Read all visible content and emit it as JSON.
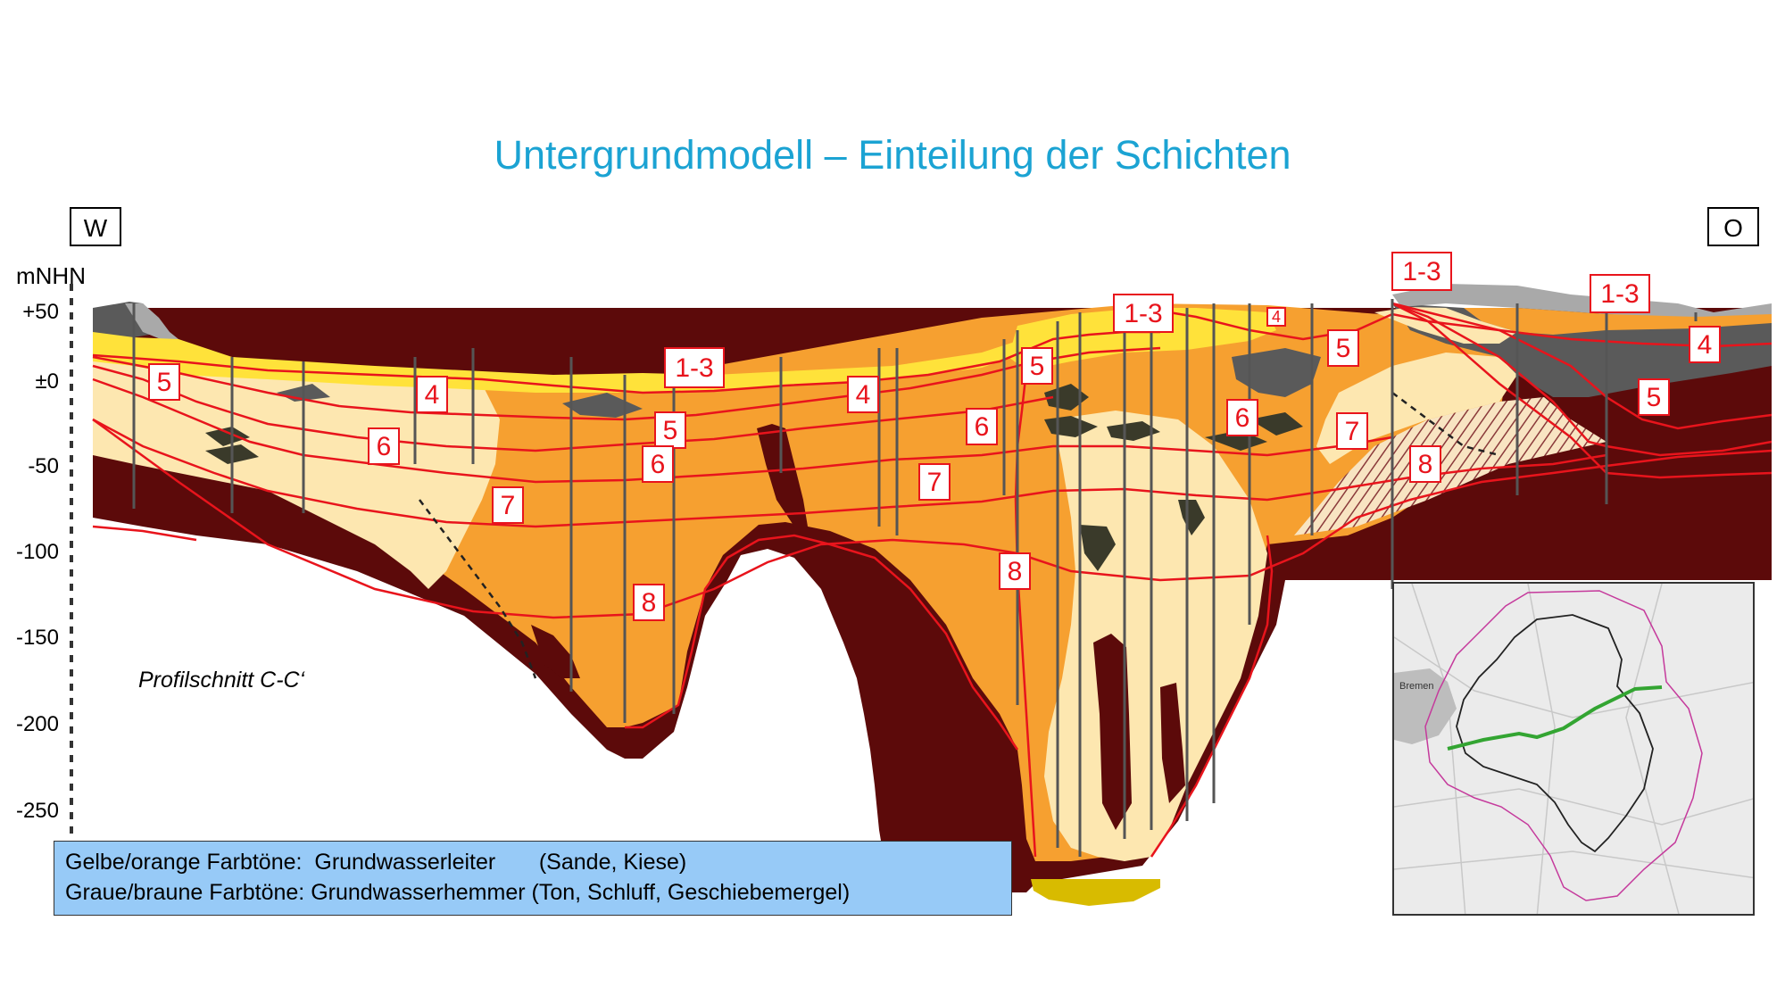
{
  "title": "Untergrundmodell – Einteilung der Schichten",
  "directions": {
    "west": "W",
    "east": "O"
  },
  "y_axis": {
    "unit": "mNHN",
    "ticks": [
      "+50",
      "±0",
      "-50",
      "-100",
      "-150",
      "-200",
      "-250"
    ]
  },
  "section_label": "Profilschnitt C-C‘",
  "aquifer_labels": [
    "1-3",
    "1-3",
    "1-3",
    "1-3",
    "4",
    "4",
    "4",
    "4",
    "5",
    "5",
    "5",
    "5",
    "5",
    "6",
    "6",
    "6",
    "6",
    "7",
    "7",
    "7",
    "8",
    "8",
    "8"
  ],
  "legend": [
    {
      "name": "Gelbe/orange Farbtöne:",
      "term": "Grundwasserleiter",
      "detail": "(Sande, Kiese)"
    },
    {
      "name": "Graue/braune Farbtöne:",
      "term": "Grundwasserhemmer",
      "detail": "(Ton, Schluff, Geschiebemergel)"
    }
  ],
  "map": {
    "city": "Bremen"
  },
  "colors": {
    "title": "#1ba3d3",
    "layer_yellow": "#ffe23a",
    "layer_light": "#fde7b0",
    "layer_orange": "#f6a030",
    "clay_brown": "#5c0a0a",
    "clay_gray": "#5a5a5a",
    "boundary_red": "#e8141c",
    "legend_bg": "#97caf7",
    "profile_line": "#33a532"
  }
}
